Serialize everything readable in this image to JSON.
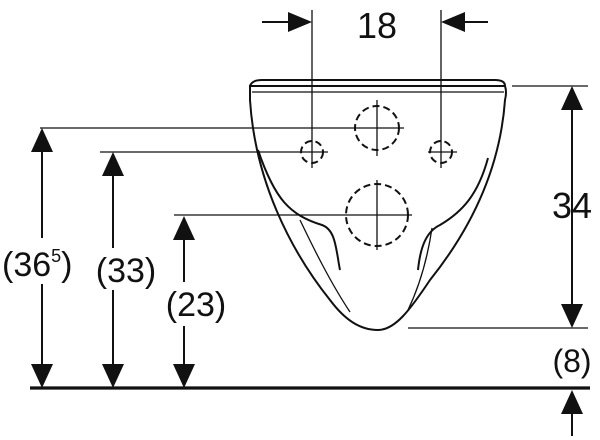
{
  "dimensions": {
    "hole_spacing": "18",
    "height_total": "34",
    "floor_gap": "(8)",
    "upper_mount_height_base": "(36",
    "upper_mount_height_sup": "5",
    "upper_mount_height_close": ")",
    "lower_mount_height": "(33)",
    "waste_height": "(23)"
  },
  "colors": {
    "line": "#111111",
    "background": "#ffffff"
  }
}
